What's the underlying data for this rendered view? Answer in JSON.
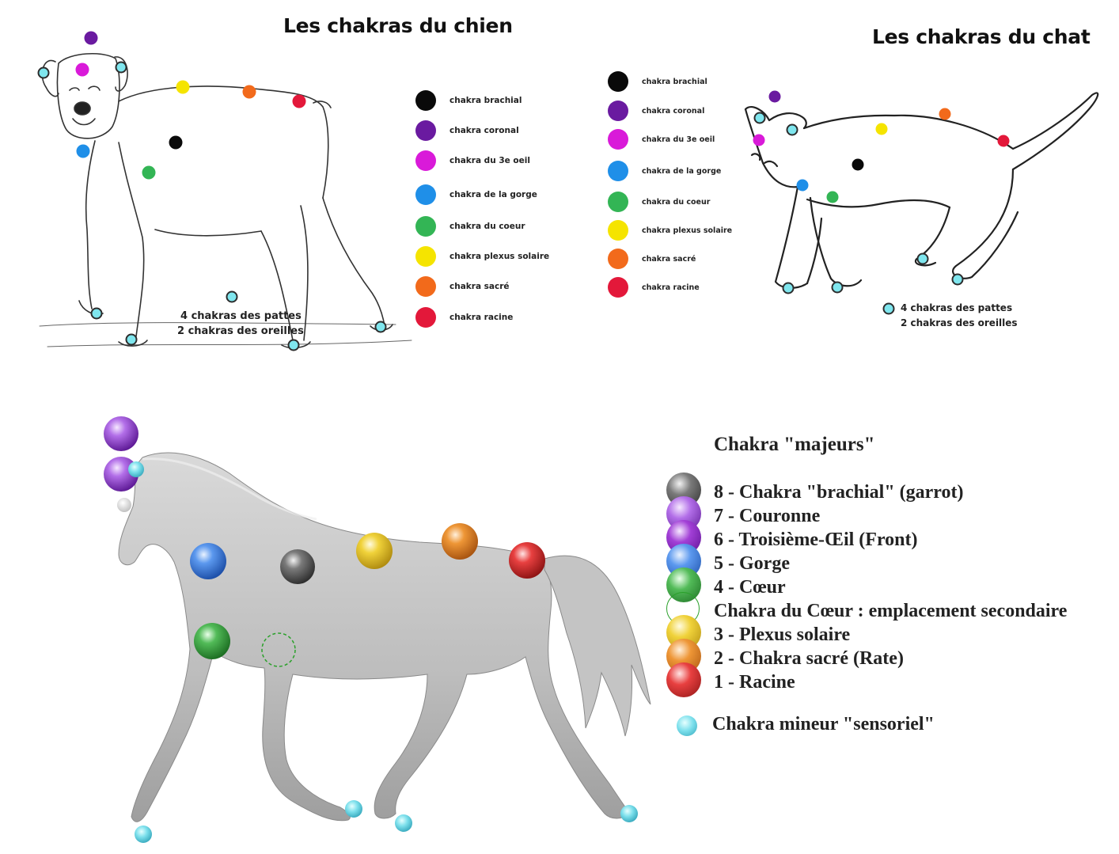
{
  "colors": {
    "brachial": "#0a0a0a",
    "coronal": "#6a1aa0",
    "third_eye": "#d91ad9",
    "throat": "#1f8fe8",
    "heart": "#33b555",
    "solar_plexus": "#f5e400",
    "sacral": "#f26a1b",
    "root": "#e3183a",
    "minor": "#7fe6ee"
  },
  "dog": {
    "title": "Les chakras du chien",
    "legend": [
      {
        "label": "chakra brachial",
        "color": "#0a0a0a"
      },
      {
        "label": "chakra coronal",
        "color": "#6a1aa0"
      },
      {
        "label": "chakra du 3e oeil",
        "color": "#d91ad9"
      },
      {
        "label": "chakra de la gorge",
        "color": "#1f8fe8"
      },
      {
        "label": "chakra du coeur",
        "color": "#33b555"
      },
      {
        "label": "chakra plexus solaire",
        "color": "#f5e400"
      },
      {
        "label": "chakra sacré",
        "color": "#f26a1b"
      },
      {
        "label": "chakra racine",
        "color": "#e3183a"
      }
    ],
    "note_line1": "4 chakras des pattes",
    "note_line2": "2 chakras des oreilles"
  },
  "cat": {
    "title": "Les chakras du chat",
    "legend": [
      {
        "label": "chakra brachial",
        "color": "#0a0a0a"
      },
      {
        "label": "chakra coronal",
        "color": "#6a1aa0"
      },
      {
        "label": "chakra du 3e oeil",
        "color": "#d91ad9"
      },
      {
        "label": "chakra de la gorge",
        "color": "#1f8fe8"
      },
      {
        "label": "chakra du coeur",
        "color": "#33b555"
      },
      {
        "label": "chakra plexus solaire",
        "color": "#f5e400"
      },
      {
        "label": "chakra sacré",
        "color": "#f26a1b"
      },
      {
        "label": "chakra racine",
        "color": "#e3183a"
      }
    ],
    "note_line1": "4 chakras des pattes",
    "note_line2": "2 chakras des oreilles"
  },
  "horse": {
    "title": "Chakra \"majeurs\"",
    "legend": [
      {
        "label": "8 - Chakra \"brachial\" (garrot)",
        "color": "#555555"
      },
      {
        "label": "7 - Couronne",
        "color": "#9a4fd0"
      },
      {
        "label": "6 - Troisième-Œil (Front)",
        "color": "#a23fd6"
      },
      {
        "label": "5 - Gorge",
        "color": "#3d7fe0"
      },
      {
        "label": "4 - Cœur",
        "color": "#38a83f"
      },
      {
        "label": "Chakra du Cœur : emplacement secondaire",
        "color": "#2aa02a"
      },
      {
        "label": "3 - Plexus solaire",
        "color": "#e6c619"
      },
      {
        "label": "2 - Chakra sacré (Rate)",
        "color": "#e07d20"
      },
      {
        "label": "1 - Racine",
        "color": "#d62a2a"
      }
    ],
    "minor_label": "Chakra mineur \"sensoriel\""
  }
}
